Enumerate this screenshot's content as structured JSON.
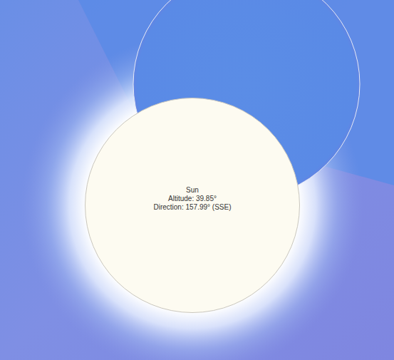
{
  "diagram": {
    "nodes": [
      {
        "text": [
          "Sun",
          "Altitude: 39.85°",
          "Direction: 157.99° (SSE)"
        ]
      }
    ]
  }
}
